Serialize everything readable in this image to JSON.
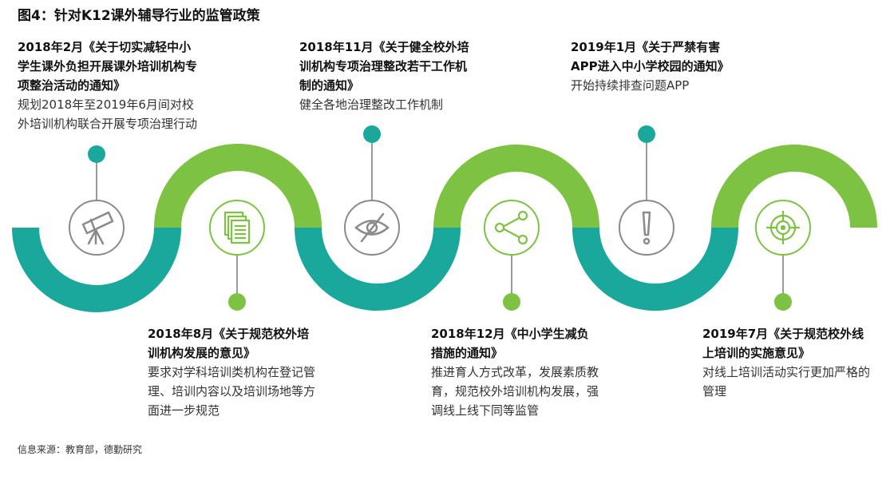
{
  "title": "图4：针对K12课外辅导行业的监管政策",
  "colors": {
    "teal": "#1aa89c",
    "green": "#7dc242",
    "icon": "#8a8a8a",
    "connector": "#9a9a9a"
  },
  "events": [
    {
      "head": "2018年2月《关于切实减轻中小学生课外负担开展课外培训机构专项整治活动的通知》",
      "desc": "规划2018年至2019年6月间对校外培训机构联合开展专项治理行动",
      "icon": "telescope-icon"
    },
    {
      "head": "2018年8月《关于规范校外培训机构发展的意见》",
      "desc": "要求对学科培训类机构在登记管理、培训内容以及培训场地等方面进一步规范",
      "icon": "documents-icon"
    },
    {
      "head": "2018年11月《关于健全校外培训机构专项治理整改若干工作机制的通知》",
      "desc": "健全各地治理整改工作机制",
      "icon": "eye-slash-icon"
    },
    {
      "head": "2018年12月《中小学生减负措施的通知》",
      "desc": "推进育人方式改革，发展素质教育，规范校外培训机构发展，强调线上线下同等监管",
      "icon": "share-icon"
    },
    {
      "head": "2019年1月《关于严禁有害APP进入中小学校园的通知》",
      "desc": "开始持续排查问题APP",
      "icon": "exclamation-icon"
    },
    {
      "head": "2019年7月《关于规范校外线上培训的实施意见》",
      "desc": "对线上培训活动实行更加严格的管理",
      "icon": "target-icon"
    }
  ],
  "source": "信息来源：教育部，德勤研究"
}
